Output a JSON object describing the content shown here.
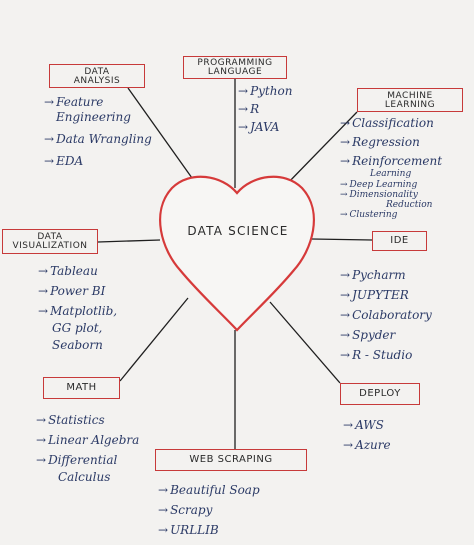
{
  "center": {
    "title": "DATA SCIENCE"
  },
  "arrow": "→",
  "data_analysis": {
    "title": [
      "DATA",
      "ANALYSIS"
    ],
    "items": [
      "Feature",
      "Engineering",
      "Data Wrangling",
      "EDA"
    ]
  },
  "programming_language": {
    "title": [
      "PROGRAMMING",
      "LANGUAGE"
    ],
    "items": [
      "Python",
      "R",
      "JAVA"
    ]
  },
  "machine_learning": {
    "title": [
      "MACHINE",
      "LEARNING"
    ],
    "items": [
      "Classification",
      "Regression",
      "Reinforcement",
      "Learning",
      "Deep Learning",
      "Dimensionality",
      "Reduction",
      "Clustering"
    ]
  },
  "data_visualization": {
    "title": [
      "DATA",
      "VISUALIZATION"
    ],
    "items": [
      "Tableau",
      "Power BI",
      "Matplotlib,",
      "GG plot,",
      "Seaborn"
    ]
  },
  "ide": {
    "title": "IDE",
    "items": [
      "Pycharm",
      "JUPYTER",
      "Colaboratory",
      "Spyder",
      "R - Studio"
    ]
  },
  "math": {
    "title": "MATH",
    "items": [
      "Statistics",
      "Linear Algebra",
      "Differential",
      "Calculus"
    ]
  },
  "deploy": {
    "title": "DEPLOY",
    "items": [
      "AWS",
      "Azure"
    ]
  },
  "web_scraping": {
    "title": "WEB SCRAPING",
    "items": [
      "Beautiful Soap",
      "Scrapy",
      "URLLIB"
    ]
  }
}
